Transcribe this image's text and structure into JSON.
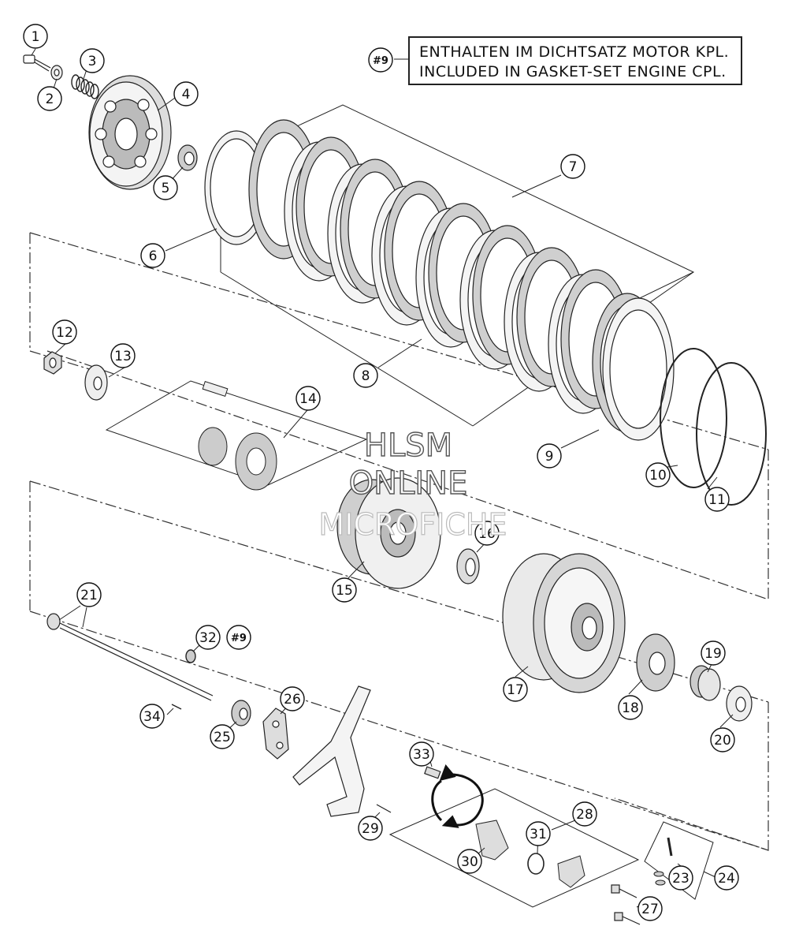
{
  "note": {
    "ref": "#9",
    "line1": "ENTHALTEN IM DICHTSATZ MOTOR KPL.",
    "line2": "INCLUDED IN GASKET-SET ENGINE CPL."
  },
  "watermark": {
    "line1": "HLSM",
    "line2": "ONLINE",
    "line3": "MICROFICHE"
  },
  "callouts": {
    "c1": "1",
    "c2": "2",
    "c3": "3",
    "c4": "4",
    "c5": "5",
    "c6": "6",
    "c7": "7",
    "c8": "8",
    "c9": "9",
    "c10": "10",
    "c11": "11",
    "c12": "12",
    "c13": "13",
    "c14": "14",
    "c15": "15",
    "c16": "16",
    "c17": "17",
    "c18": "18",
    "c19": "19",
    "c20": "20",
    "c21": "21",
    "c23": "23",
    "c24": "24",
    "c25": "25",
    "c26": "26",
    "c27": "27",
    "c28": "28",
    "c29": "29",
    "c30": "30",
    "c31": "31",
    "c32": "32",
    "c33": "33",
    "c34": "34"
  },
  "ref_tag": "#9"
}
